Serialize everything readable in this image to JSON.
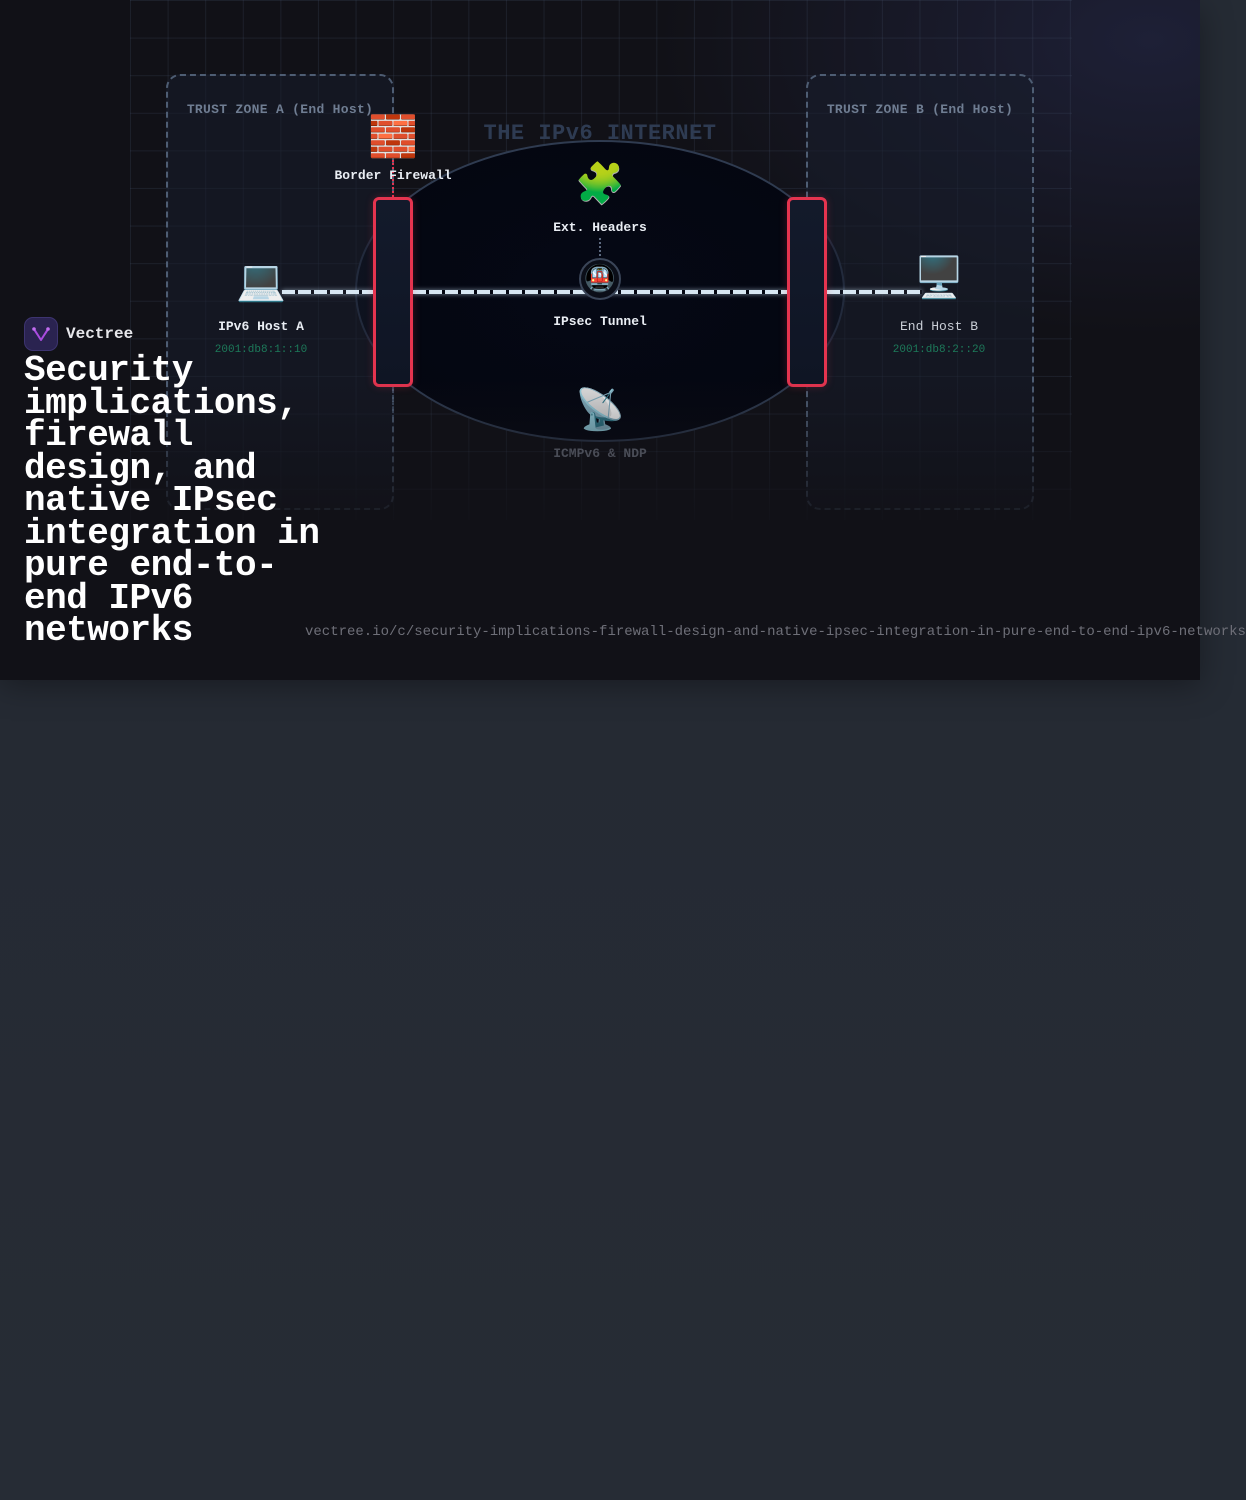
{
  "diagram": {
    "title": "THE IPv6 INTERNET",
    "zones": [
      {
        "label": "TRUST ZONE A (End Host)"
      },
      {
        "label": "TRUST ZONE B (End Host)"
      }
    ],
    "nodes": {
      "host_a": {
        "icon": "laptop-icon",
        "glyph": "💻",
        "label": "IPv6 Host A",
        "address": "2001:db8:1::10"
      },
      "host_b": {
        "icon": "desktop-computer-icon",
        "glyph": "🖥️",
        "label": "End Host B",
        "address": "2001:db8:2::20"
      },
      "firewall": {
        "icon": "brick-wall-icon",
        "glyph": "🧱",
        "label": "Border Firewall"
      },
      "ext_headers": {
        "icon": "puzzle-piece-icon",
        "glyph": "🧩",
        "label": "Ext. Headers"
      },
      "tunnel": {
        "icon": "metro-train-icon",
        "glyph": "🚇",
        "label": "IPsec Tunnel"
      },
      "icmp": {
        "icon": "satellite-dish-icon",
        "glyph": "📡",
        "label": "ICMPv6 & NDP"
      }
    },
    "colors": {
      "firewall_border": "#e5344f",
      "address_text": "#1d7a5a",
      "link": "#d7e6f2",
      "zone_border": "#4e5d73"
    }
  },
  "footer": {
    "brand_name": "Vectree",
    "page_title": "Security implications, firewall design, and native IPsec integration in pure end-to-end IPv6 networks",
    "url": "vectree.io/c/security-implications-firewall-design-and-native-ipsec-integration-in-pure-end-to-end-ipv6-networks"
  }
}
